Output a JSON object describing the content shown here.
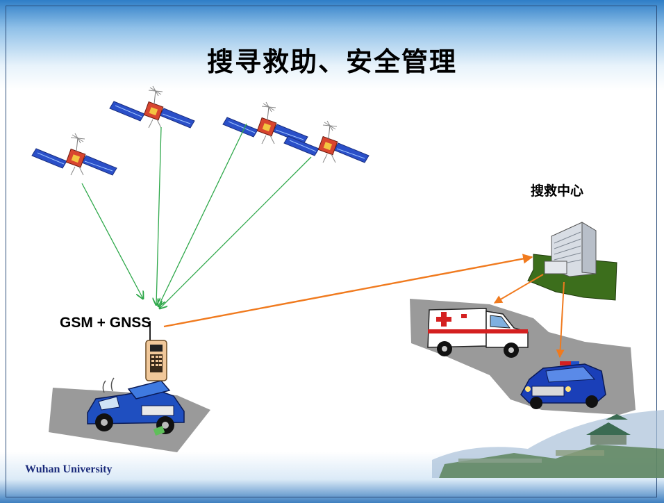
{
  "slide": {
    "title": "搜寻救助、安全管理",
    "rescue_center_label": "搜救中心",
    "device_label": "GSM + GNSS",
    "footer_text": "Wuhan University"
  },
  "colors": {
    "satellite_link": "#2ea84a",
    "comm_link": "#f07a1e",
    "ground_patch": "#9a9a9a",
    "campus_ground": "#3c6e1c",
    "slide_accent": "#2f7ec7"
  },
  "icons": [
    "satellite-icon",
    "satellite-icon",
    "satellite-icon",
    "satellite-icon",
    "building-icon",
    "ambulance-icon",
    "police-car-icon",
    "mobile-phone-icon",
    "broken-down-car-icon",
    "campus-photo"
  ]
}
